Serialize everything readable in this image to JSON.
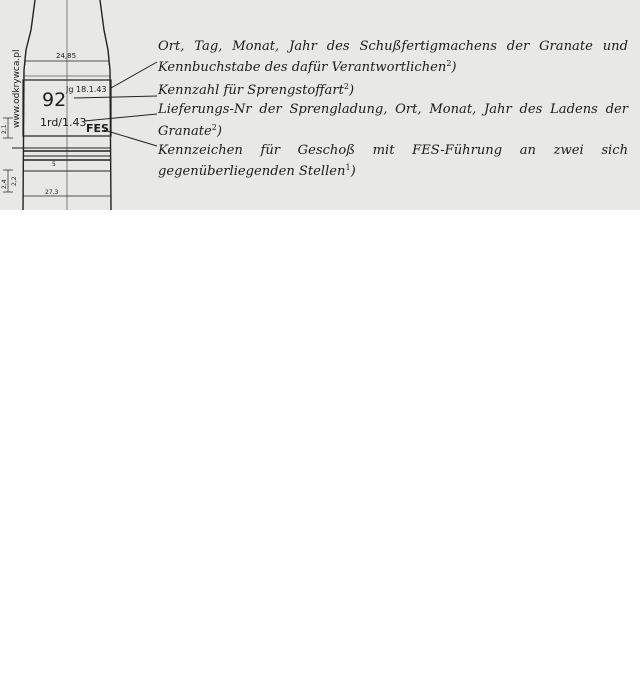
{
  "watermark": "www.odkrywca.pl",
  "drawing": {
    "dims": {
      "top_width": "24,85",
      "small_1": "2,1",
      "small_2": "5",
      "small_3": "2,4",
      "small_4": "2,2",
      "bottom_width": "27,3"
    },
    "stamp": {
      "number": "92",
      "date_line": "Jg 18.1.43",
      "charge_line": "1rd/1.43",
      "fes": "FES"
    }
  },
  "callouts": [
    {
      "text": "Ort, Tag, Monat, Jahr des Schußfertigmachens der Granate und Kennbuchstabe des dafür Verantwortlichen",
      "footnote": "2",
      "suffix": ")"
    },
    {
      "text": "Kennzahl für Sprengstoffart",
      "footnote": "2",
      "suffix": ")"
    },
    {
      "text": "Lieferungs-Nr der Sprengladung, Ort, Monat, Jahr des Ladens der Granate",
      "footnote": "2",
      "suffix": ")"
    },
    {
      "text": "Kennzeichen für Geschoß mit FES-Führung an zwei sich gegenüberliegenden Stellen",
      "footnote": "1",
      "suffix": ")"
    }
  ]
}
